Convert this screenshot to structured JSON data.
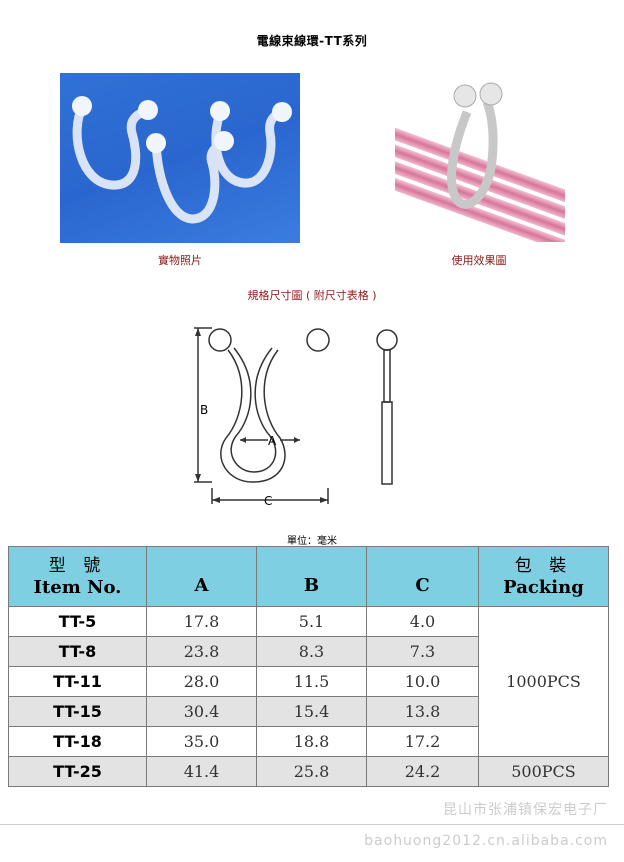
{
  "title": "電線束線環-TT系列",
  "photo_caption": "實物照片",
  "usage_caption": "使用效果圖",
  "spec_title": "規格尺寸圖 ( 附尺寸表格 )",
  "drawing_labels": {
    "a": "A",
    "b": "B",
    "c": "C"
  },
  "unit_label": "單位：毫米",
  "table": {
    "headers": {
      "item_cn": "型 號",
      "item_en": "Item No.",
      "a": "A",
      "b": "B",
      "c": "C",
      "packing_cn": "包 裝",
      "packing_en": "Packing"
    },
    "rows": [
      {
        "item": "TT-5",
        "a": "17.8",
        "b": "5.1",
        "c": "4.0"
      },
      {
        "item": "TT-8",
        "a": "23.8",
        "b": "8.3",
        "c": "7.3"
      },
      {
        "item": "TT-11",
        "a": "28.0",
        "b": "11.5",
        "c": "10.0"
      },
      {
        "item": "TT-15",
        "a": "30.4",
        "b": "15.4",
        "c": "13.8"
      },
      {
        "item": "TT-18",
        "a": "35.0",
        "b": "18.8",
        "c": "17.2"
      },
      {
        "item": "TT-25",
        "a": "41.4",
        "b": "25.8",
        "c": "24.2"
      }
    ],
    "packing_group1": "1000PCS",
    "packing_group2": "500PCS"
  },
  "watermark_cn": "昆山市张浦镇保宏电子厂",
  "watermark_url": "baohuong2012.cn.alibaba.com",
  "colors": {
    "header_bg": "#7fcfe3",
    "shade_row": "#e3e3e3",
    "caption_red": "#8b1a1a"
  }
}
